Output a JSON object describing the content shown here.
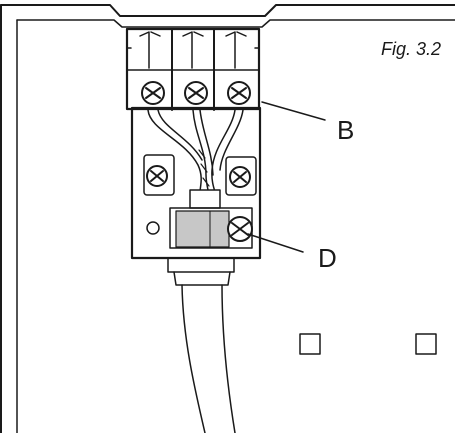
{
  "figure": {
    "caption": "Fig. 3.2",
    "callouts": {
      "b": "B",
      "d": "D"
    },
    "ink_color": "#1a1a1a",
    "clamp_fill": "#c7c7c7"
  }
}
